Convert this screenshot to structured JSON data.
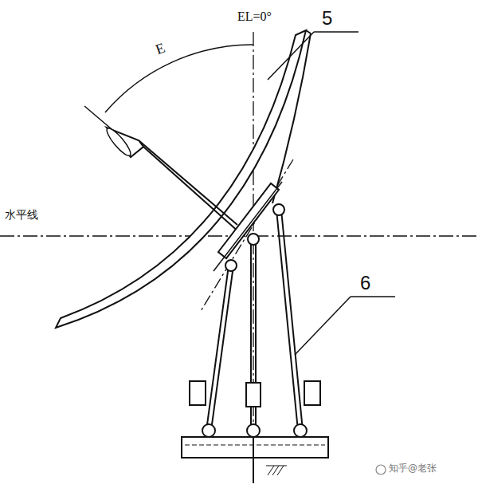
{
  "diagram": {
    "labels": [
      "EL=0°",
      "E",
      "5",
      "6",
      "水平线",
      "知乎@老张"
    ]
  }
}
